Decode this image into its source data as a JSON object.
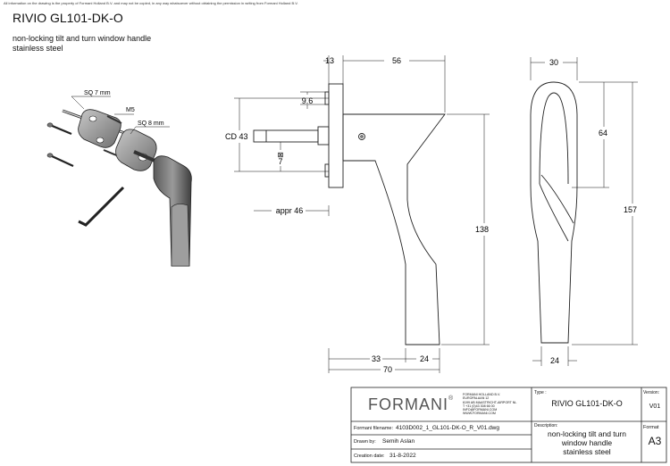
{
  "disclaimer": "All information on the drawing is the property of Formani Holland B.V. and may not be copied, in any way whatsoever without obtaining the permission in writing from Formani Holland B.V.",
  "title": "RIVIO GL101-DK-O",
  "subtitle_line1": "non-locking tilt and turn window handle",
  "subtitle_line2": "stainless steel",
  "labels": {
    "sq7": "SQ 7 mm",
    "m5": "M5",
    "sq8": "SQ 8 mm"
  },
  "dims": {
    "d13": "13",
    "d56": "56",
    "d9_6": "9.6",
    "cd43": "CD 43",
    "d7": "7",
    "sq_symbol": "⊠",
    "appr46": "appr 46",
    "d138": "138",
    "d33": "33",
    "d24a": "24",
    "d70": "70",
    "d30": "30",
    "d64": "64",
    "d157": "157",
    "d24b": "24"
  },
  "titleblock": {
    "logo": "FORMANI",
    "logo_mark": "®",
    "company_lines": [
      "FORMANI HOLLAND B.V.",
      "EUROPALAAN 12",
      "6199 AB MAASTRICHT-AIRPORT NL",
      "T +31 (0)43 308 66 00",
      "INFO@FORMANI.COM",
      "WWW.FORMANI.COM"
    ],
    "type_label": "Type :",
    "type_value": "RIVIO GL101-DK-O",
    "version_label": "Version:",
    "version_value": "V01",
    "filename_label": "Formani filename:",
    "filename_value": "4103D002_1_GL101-DK-O_R_V01.dwg",
    "description_label": "Description:",
    "description_lines": [
      "non-locking tilt and turn",
      "window handle",
      "stainless steel"
    ],
    "format_label": "Format",
    "format_value": "A3",
    "drawn_label": "Drawn by:",
    "drawn_value": "Semih Aslan",
    "date_label": "Creation date:",
    "date_value": "31-8-2022"
  }
}
